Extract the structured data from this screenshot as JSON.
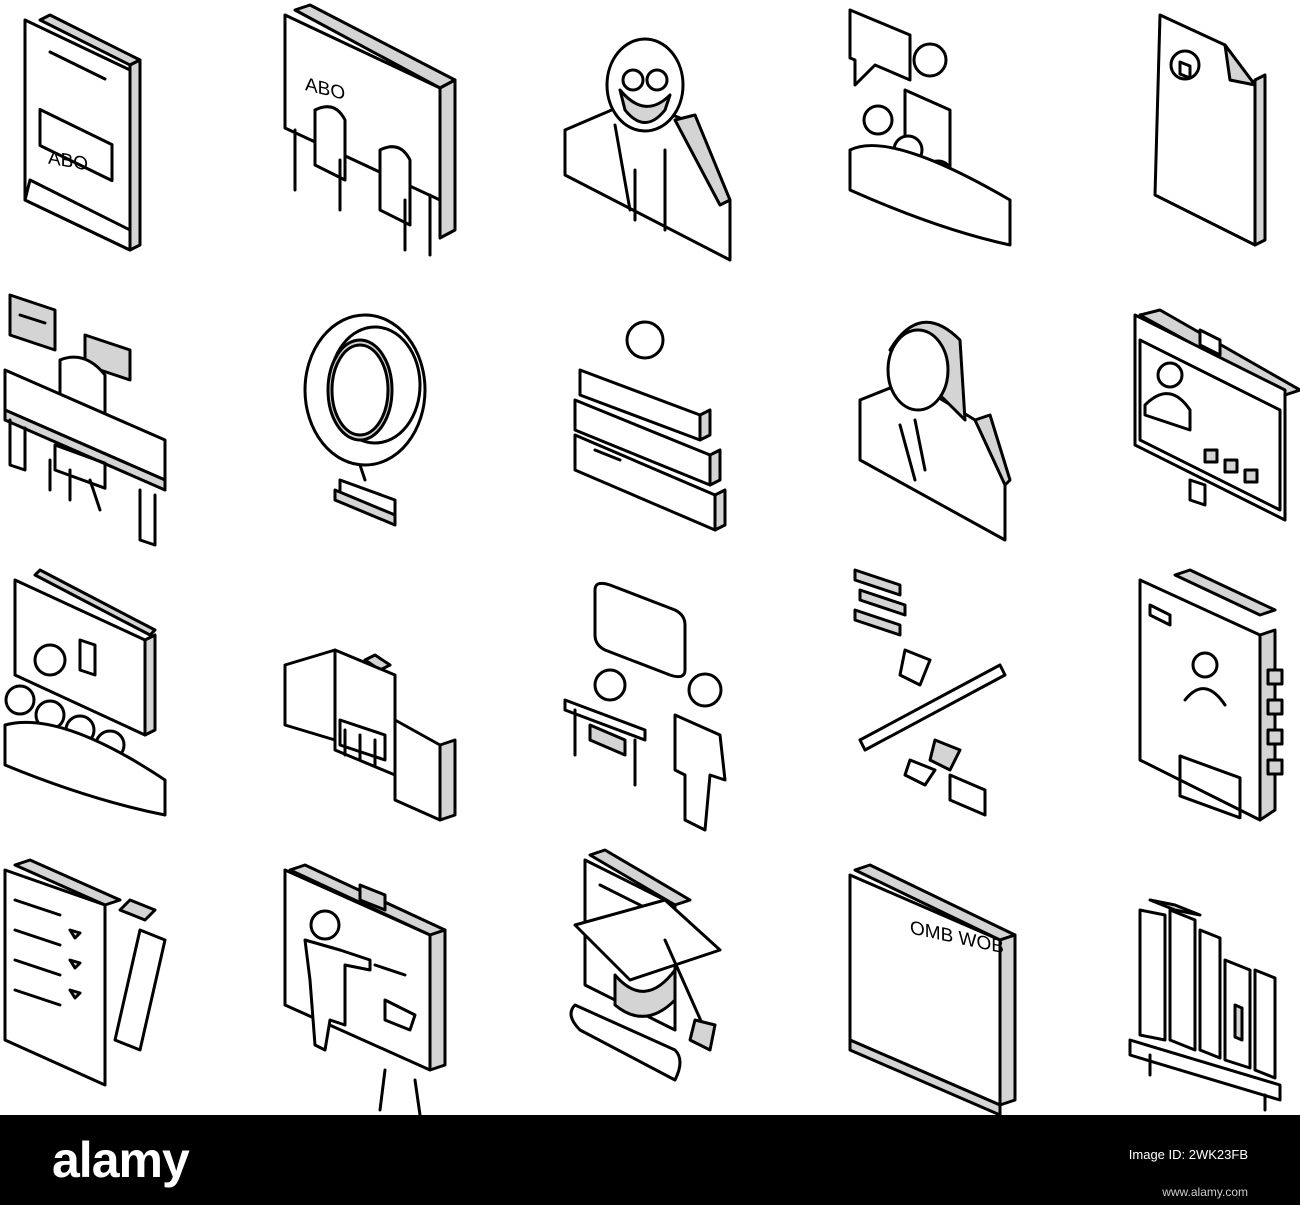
{
  "icons": {
    "r1c1": {
      "name": "alphabet-book-icon",
      "text": "ABO"
    },
    "r1c2": {
      "name": "classroom-board-icon",
      "text": "ABO"
    },
    "r1c3": {
      "name": "professor-icon"
    },
    "r1c4": {
      "name": "lecture-audience-icon"
    },
    "r1c5": {
      "name": "document-icon"
    },
    "r2c1": {
      "name": "teacher-desk-icon"
    },
    "r2c2": {
      "name": "globe-icon"
    },
    "r2c3": {
      "name": "books-stack-icon"
    },
    "r2c4": {
      "name": "female-teacher-icon"
    },
    "r2c5": {
      "name": "online-lesson-monitor-icon"
    },
    "r3c1": {
      "name": "class-presentation-icon"
    },
    "r3c2": {
      "name": "school-building-icon"
    },
    "r3c3": {
      "name": "student-consultation-icon"
    },
    "r3c4": {
      "name": "school-supplies-icon"
    },
    "r3c5": {
      "name": "student-profile-book-icon"
    },
    "r4c1": {
      "name": "checklist-pencil-icon"
    },
    "r4c2": {
      "name": "teacher-whiteboard-icon"
    },
    "r4c3": {
      "name": "graduation-cap-diploma-icon"
    },
    "r4c4": {
      "name": "chalkboard-letters-icon",
      "text": "OMB WOB"
    },
    "r4c5": {
      "name": "bookshelf-icon"
    }
  },
  "footer": {
    "brand": "alamy",
    "ref_label": "Image ID: 2WK23FB",
    "ref_id": "",
    "url": "www.alamy.com"
  },
  "colors": {
    "line": "#000000",
    "fill": "#ffffff",
    "shade": "#d4d4d4",
    "footer_bg": "#000000"
  }
}
